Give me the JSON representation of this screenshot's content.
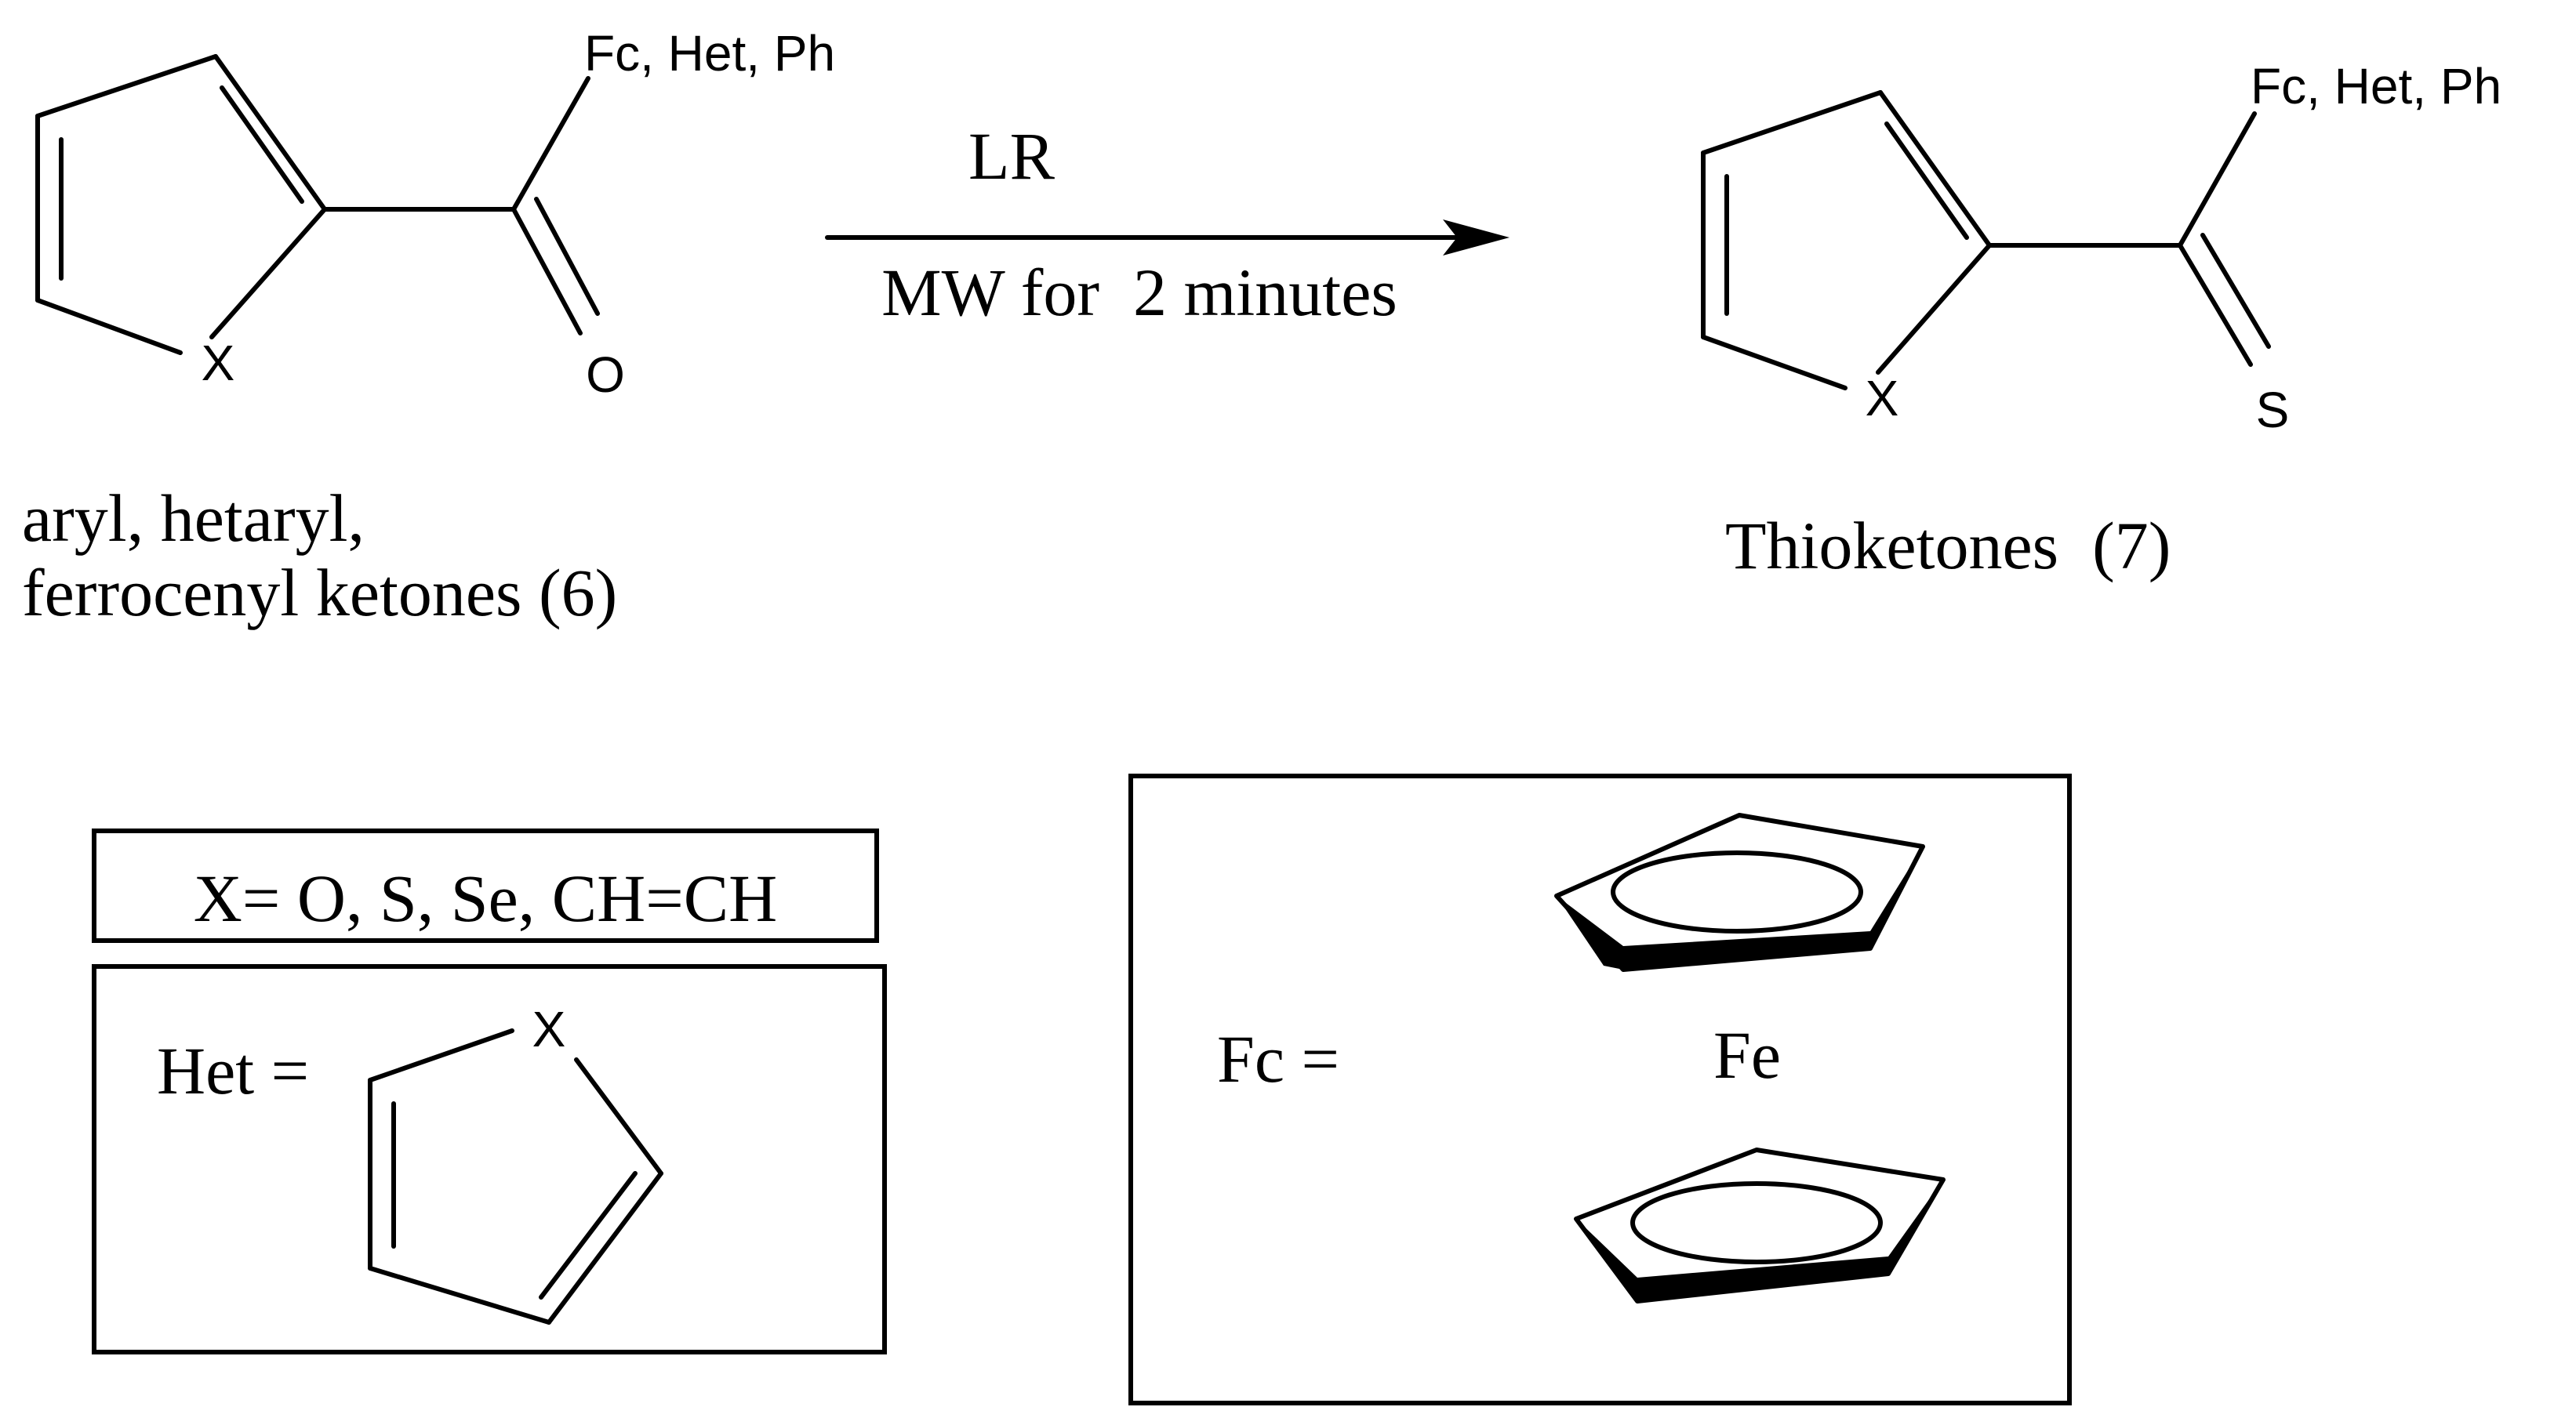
{
  "reactant": {
    "substituent": "Fc, Het, Ph",
    "heteroatom": "X",
    "carbonyl_atom": "O",
    "caption_line1": "aryl, hetaryl,",
    "caption_line2": "ferrocenyl ketones (6)"
  },
  "reaction": {
    "reagent": "LR",
    "conditions": "MW for  2 minutes"
  },
  "product": {
    "substituent": "Fc, Het, Ph",
    "heteroatom": "X",
    "thione_atom": "S",
    "caption": "Thioketones  (7)"
  },
  "legend": {
    "x_definition": "X= O, S, Se, CH=CH",
    "het_label": "Het =",
    "het_heteroatom": "X",
    "fc_label": "Fc =",
    "fc_metal": "Fe"
  }
}
